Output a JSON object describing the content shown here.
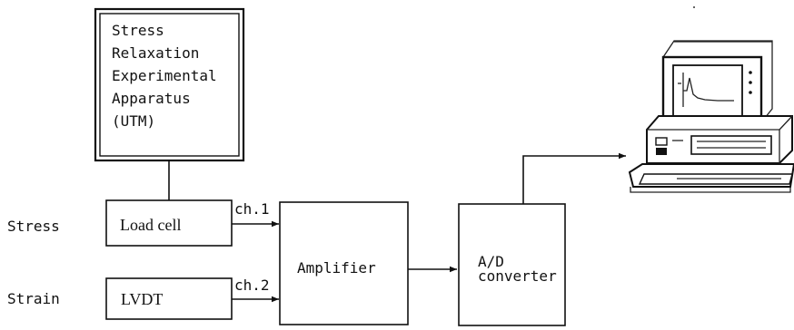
{
  "apparatus": {
    "lines": [
      "Stress",
      "Relaxation",
      "Experimental",
      "Apparatus",
      "(UTM)"
    ]
  },
  "labels": {
    "stress": "Stress",
    "strain": "Strain",
    "ch1": "ch.1",
    "ch2": "ch.2"
  },
  "blocks": {
    "load_cell": "Load cell",
    "lvdt": "LVDT",
    "amplifier": "Amplifier",
    "ad_converter": [
      "A/D",
      "converter"
    ]
  },
  "icons": {
    "computer": "desktop-computer-icon"
  }
}
